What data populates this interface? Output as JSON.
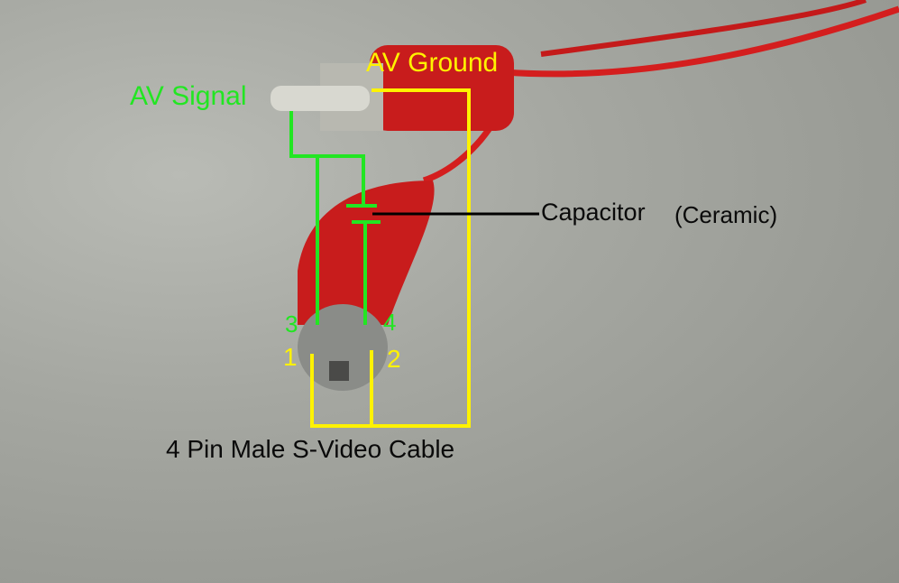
{
  "labels": {
    "av_signal": "AV Signal",
    "av_ground": "AV Ground",
    "capacitor": "Capacitor",
    "capacitor_type": "(Ceramic)",
    "pin3": "3",
    "pin4": "4",
    "pin1": "1",
    "pin2": "2",
    "cable": "4 Pin Male S-Video Cable"
  },
  "colors": {
    "signal_wire": "#22e622",
    "ground_wire": "#fff200",
    "leader_line": "#000000",
    "cable_red": "#d41e1e",
    "connector_gray": "#8a8c88"
  }
}
